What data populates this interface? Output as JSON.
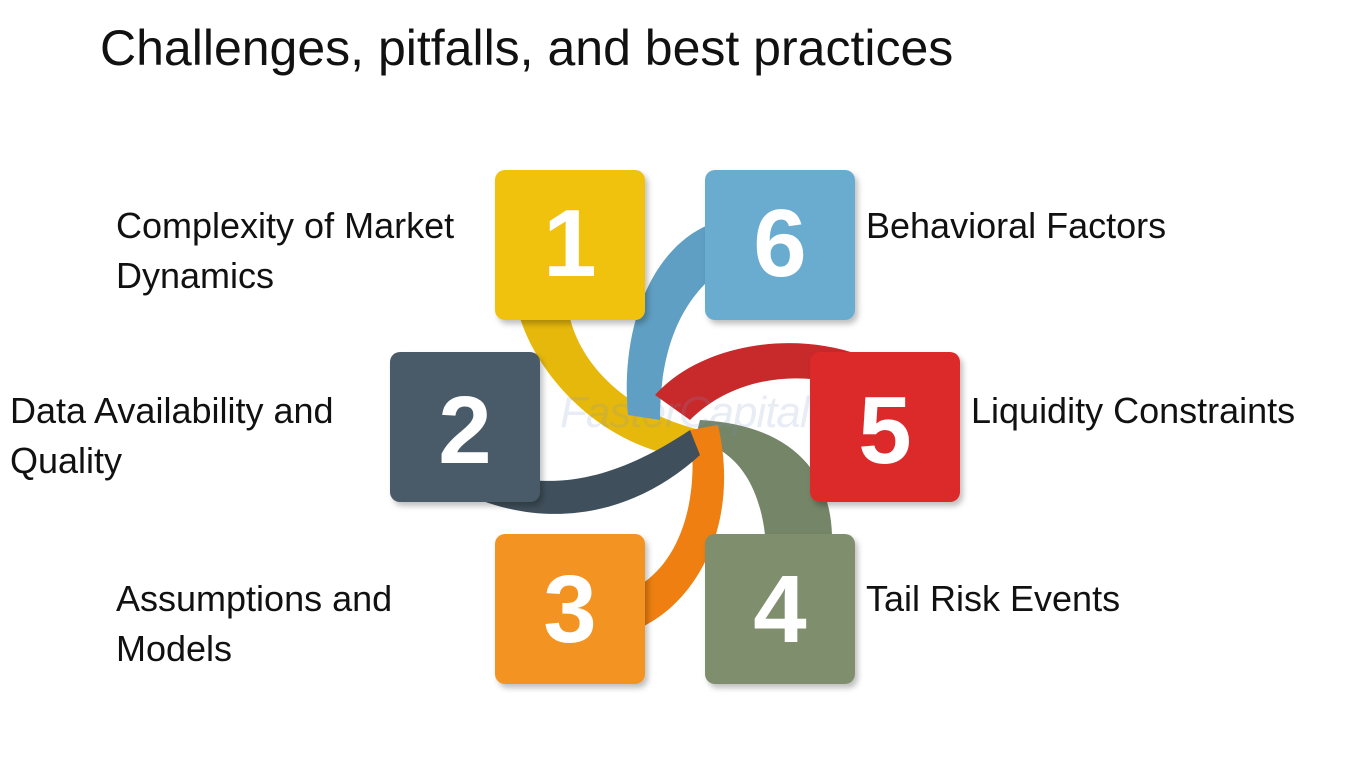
{
  "title": "Challenges, pitfalls, and best practices",
  "watermark": "FasterCapital",
  "items": [
    {
      "number": "1",
      "label": "Complexity of Market\nDynamics",
      "color": "#f0c20e"
    },
    {
      "number": "2",
      "label": "Data Availability and\nQuality",
      "color": "#4a5a67"
    },
    {
      "number": "3",
      "label": "Assumptions and\nModels",
      "color": "#f29321"
    },
    {
      "number": "4",
      "label": "Tail Risk Events",
      "color": "#7f8f6e"
    },
    {
      "number": "5",
      "label": "Liquidity Constraints",
      "color": "#dc2a2b"
    },
    {
      "number": "6",
      "label": "Behavioral Factors",
      "color": "#69acd0"
    }
  ]
}
